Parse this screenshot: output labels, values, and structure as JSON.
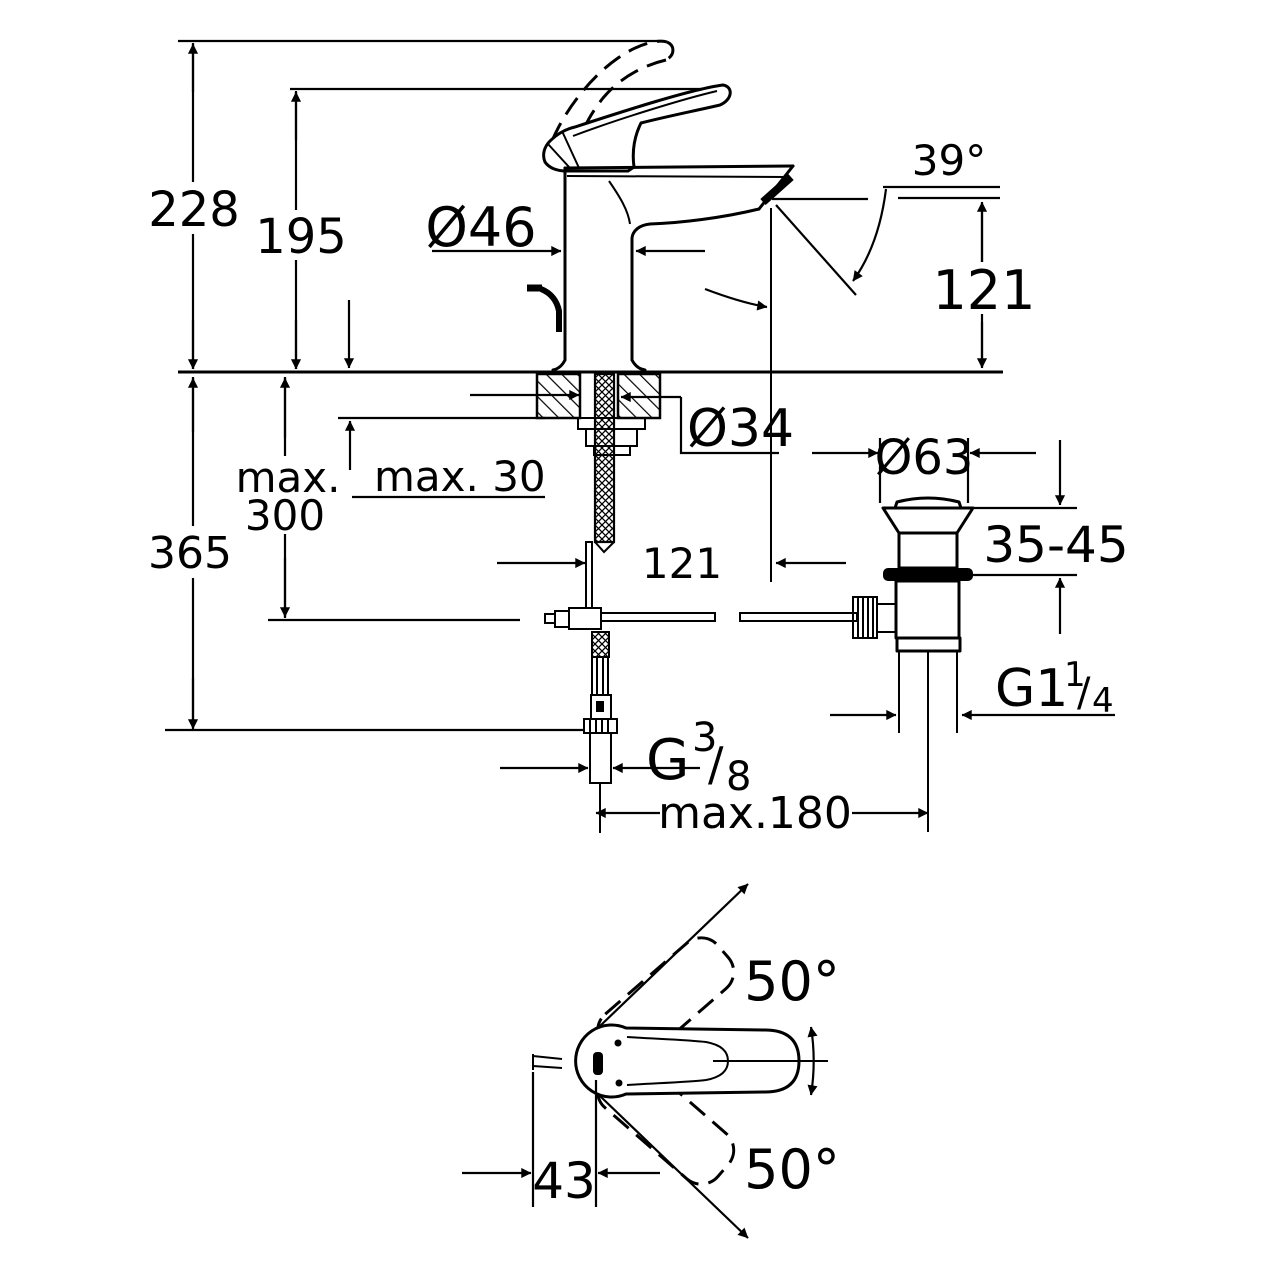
{
  "drawing": {
    "title": "Single-lever basin mixer faucet – technical dimension drawing",
    "background_color": "#ffffff",
    "line_color": "#000000",
    "views": [
      "side elevation with mounting parts",
      "pop-up waste assembly",
      "top view of lever swing range"
    ]
  },
  "labels": {
    "dim_228": "228",
    "dim_195": "195",
    "dia_46": "Ø46",
    "angle_39": "39°",
    "dim_121_spout": "121",
    "dia_34": "Ø34",
    "max_word": "max.",
    "max_300": "300",
    "max_30": "max. 30",
    "dim_365": "365",
    "dim_121_offset": "121",
    "dia_63": "Ø63",
    "range_35_45": "35-45",
    "max_180": "max.180",
    "dim_43": "43",
    "angle_50_upper": "50°",
    "angle_50_lower": "50°",
    "thread_g38": {
      "main": "G",
      "sup": "3",
      "slash": "/",
      "sub": "8"
    },
    "thread_g114": {
      "main": "G1",
      "sup": "1",
      "slash": "/",
      "sub": "4"
    }
  }
}
